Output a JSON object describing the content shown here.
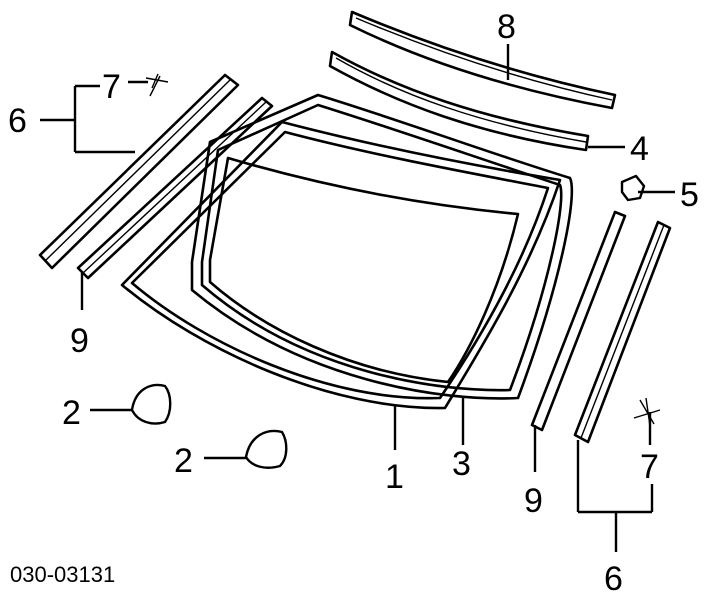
{
  "diagram": {
    "callouts": {
      "c1": "1",
      "c2a": "2",
      "c2b": "2",
      "c3": "3",
      "c4": "4",
      "c5": "5",
      "c6a": "6",
      "c6b": "6",
      "c7a": "7",
      "c7b": "7",
      "c8": "8",
      "c9a": "9",
      "c9b": "9"
    },
    "reference_code": "030-03131"
  }
}
